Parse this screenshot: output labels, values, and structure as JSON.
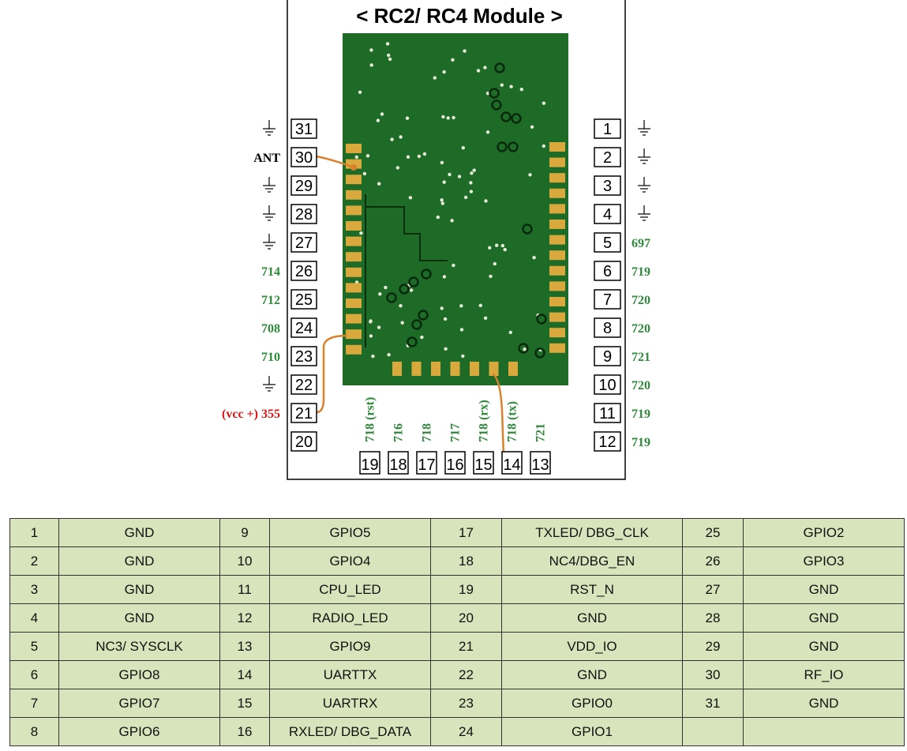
{
  "title": "< RC2/ RC4 Module >",
  "left_pins": [
    {
      "pin": "31",
      "ground": true,
      "label": "",
      "label_style": ""
    },
    {
      "pin": "30",
      "ground": false,
      "label": "ANT",
      "label_style": "ant"
    },
    {
      "pin": "29",
      "ground": true,
      "label": "",
      "label_style": ""
    },
    {
      "pin": "28",
      "ground": true,
      "label": "",
      "label_style": ""
    },
    {
      "pin": "27",
      "ground": true,
      "label": "",
      "label_style": ""
    },
    {
      "pin": "26",
      "ground": false,
      "label": "714",
      "label_style": "vlabel"
    },
    {
      "pin": "25",
      "ground": false,
      "label": "712",
      "label_style": "vlabel"
    },
    {
      "pin": "24",
      "ground": false,
      "label": "708",
      "label_style": "vlabel"
    },
    {
      "pin": "23",
      "ground": false,
      "label": "710",
      "label_style": "vlabel"
    },
    {
      "pin": "22",
      "ground": true,
      "label": "",
      "label_style": ""
    },
    {
      "pin": "21",
      "ground": false,
      "label": "(vcc +) 355",
      "label_style": "vcc"
    },
    {
      "pin": "20",
      "ground": false,
      "label": "",
      "label_style": ""
    }
  ],
  "right_pins": [
    {
      "pin": "1",
      "ground": true,
      "label": ""
    },
    {
      "pin": "2",
      "ground": true,
      "label": ""
    },
    {
      "pin": "3",
      "ground": true,
      "label": ""
    },
    {
      "pin": "4",
      "ground": true,
      "label": ""
    },
    {
      "pin": "5",
      "ground": false,
      "label": "697"
    },
    {
      "pin": "6",
      "ground": false,
      "label": "719"
    },
    {
      "pin": "7",
      "ground": false,
      "label": "720"
    },
    {
      "pin": "8",
      "ground": false,
      "label": "720"
    },
    {
      "pin": "9",
      "ground": false,
      "label": "721"
    },
    {
      "pin": "10",
      "ground": false,
      "label": "720"
    },
    {
      "pin": "11",
      "ground": false,
      "label": "719"
    },
    {
      "pin": "12",
      "ground": false,
      "label": "719"
    }
  ],
  "bottom_pins": [
    {
      "pin": "19",
      "label": "718 (rst)"
    },
    {
      "pin": "18",
      "label": "716"
    },
    {
      "pin": "17",
      "label": "718"
    },
    {
      "pin": "16",
      "label": "717"
    },
    {
      "pin": "15",
      "label": "718 (rx)"
    },
    {
      "pin": "14",
      "label": "718 (tx)"
    },
    {
      "pin": "13",
      "label": "721"
    }
  ],
  "colors": {
    "pcb": "#1e6b28",
    "pcb_dark": "#124d18",
    "pad": "#d9a93e",
    "wire": "#d9822b",
    "value_label": "#2e8b3a",
    "vcc_label": "#d81414",
    "table_bg": "#d8e4bc"
  },
  "pin_table": [
    [
      {
        "num": "1",
        "name": "GND"
      },
      {
        "num": "9",
        "name": "GPIO5"
      },
      {
        "num": "17",
        "name": "TXLED/ DBG_CLK"
      },
      {
        "num": "25",
        "name": "GPIO2"
      }
    ],
    [
      {
        "num": "2",
        "name": "GND"
      },
      {
        "num": "10",
        "name": "GPIO4"
      },
      {
        "num": "18",
        "name": "NC4/DBG_EN"
      },
      {
        "num": "26",
        "name": "GPIO3"
      }
    ],
    [
      {
        "num": "3",
        "name": "GND"
      },
      {
        "num": "11",
        "name": "CPU_LED"
      },
      {
        "num": "19",
        "name": "RST_N"
      },
      {
        "num": "27",
        "name": "GND"
      }
    ],
    [
      {
        "num": "4",
        "name": "GND"
      },
      {
        "num": "12",
        "name": "RADIO_LED"
      },
      {
        "num": "20",
        "name": "GND"
      },
      {
        "num": "28",
        "name": "GND"
      }
    ],
    [
      {
        "num": "5",
        "name": "NC3/ SYSCLK"
      },
      {
        "num": "13",
        "name": "GPIO9"
      },
      {
        "num": "21",
        "name": "VDD_IO"
      },
      {
        "num": "29",
        "name": "GND"
      }
    ],
    [
      {
        "num": "6",
        "name": "GPIO8"
      },
      {
        "num": "14",
        "name": "UARTTX"
      },
      {
        "num": "22",
        "name": "GND"
      },
      {
        "num": "30",
        "name": "RF_IO"
      }
    ],
    [
      {
        "num": "7",
        "name": "GPIO7"
      },
      {
        "num": "15",
        "name": "UARTRX"
      },
      {
        "num": "23",
        "name": "GPIO0"
      },
      {
        "num": "31",
        "name": "GND"
      }
    ],
    [
      {
        "num": "8",
        "name": "GPIO6"
      },
      {
        "num": "16",
        "name": "RXLED/ DBG_DATA"
      },
      {
        "num": "24",
        "name": "GPIO1"
      },
      {
        "num": "",
        "name": ""
      }
    ]
  ]
}
